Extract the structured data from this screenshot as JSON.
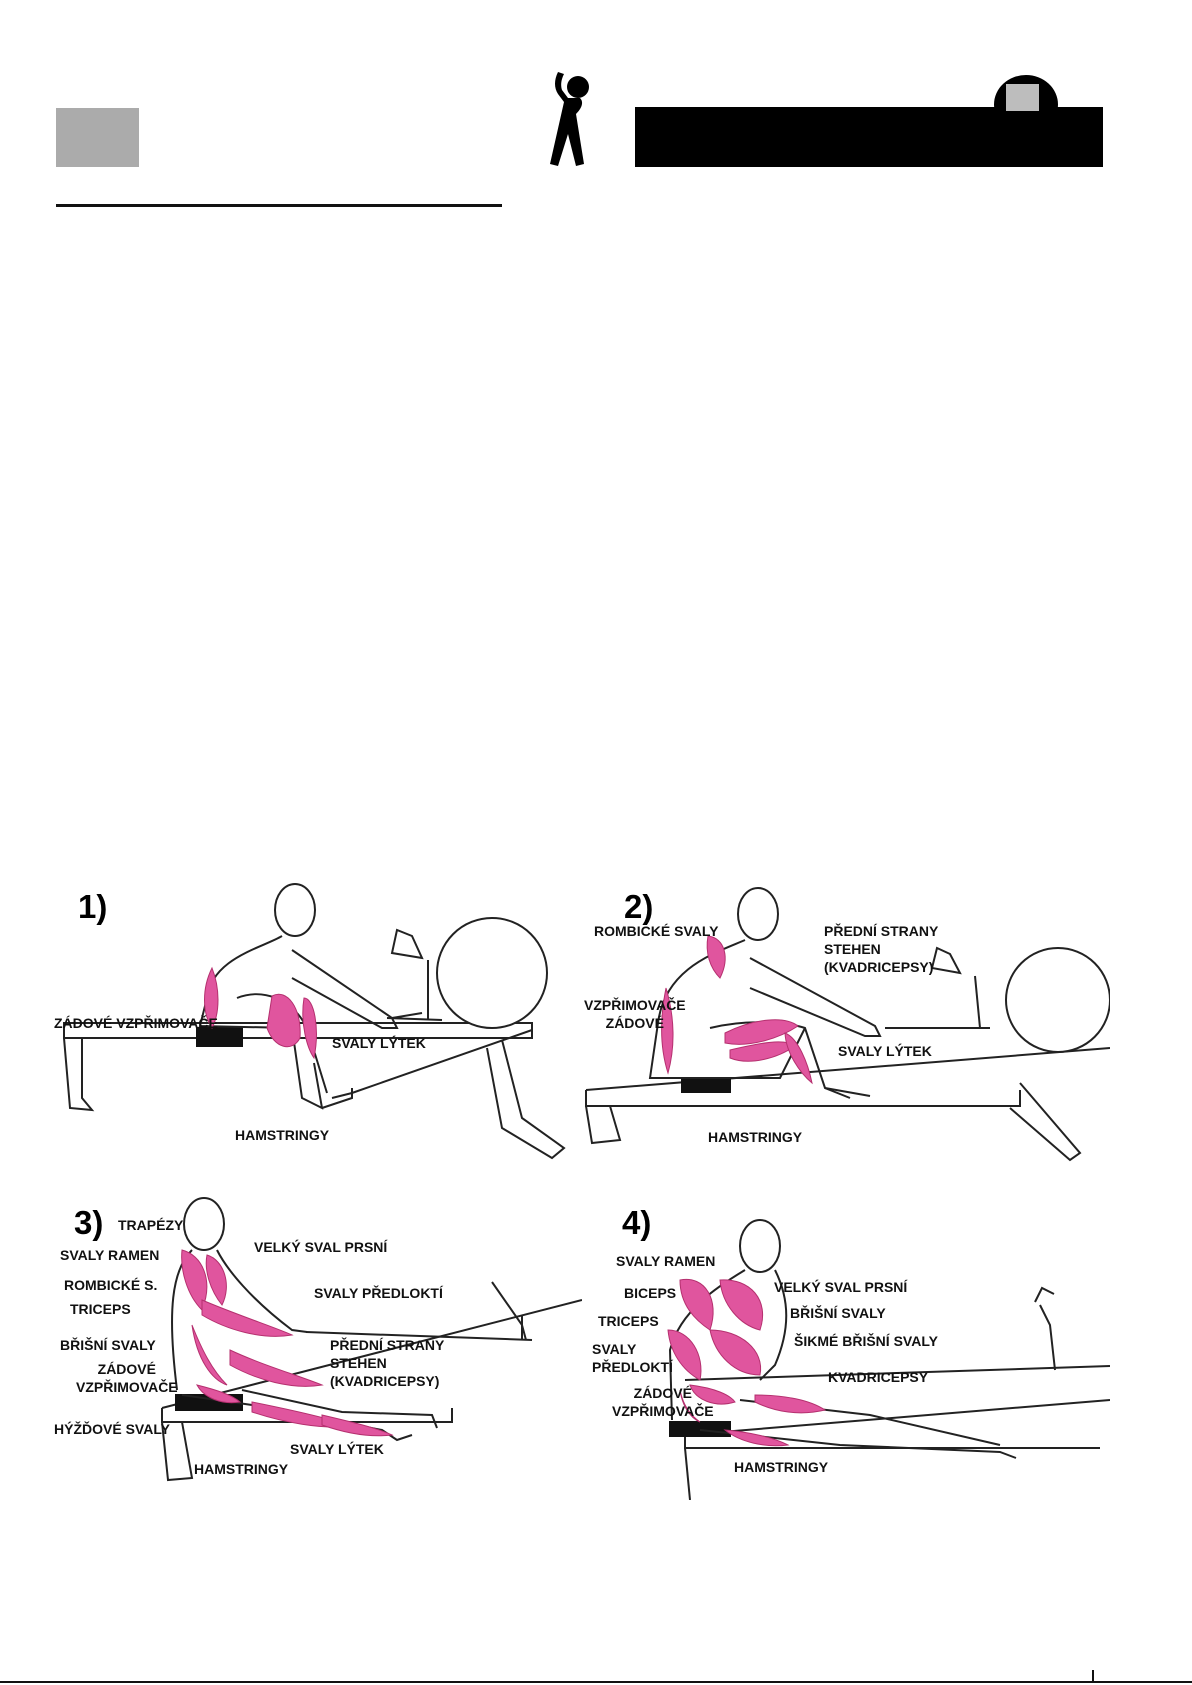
{
  "panels": [
    {
      "number": "1)",
      "labels": [
        "ZÁDOVÉ VZPŘIMOVAČE",
        "SVALY LÝTEK",
        "HAMSTRINGY"
      ]
    },
    {
      "number": "2)",
      "labels": [
        "ROMBICKÉ SVALY",
        "PŘEDNÍ STRANY\nSTEHEN\n(KVADRICEPSY)",
        "VZPŘIMOVAČE\nZÁDOVÉ",
        "SVALY LÝTEK",
        "HAMSTRINGY"
      ]
    },
    {
      "number": "3)",
      "labels": [
        "TRAPÉZY",
        "SVALY RAMEN",
        "VELKÝ SVAL PRSNÍ",
        "ROMBICKÉ S.",
        "SVALY PŘEDLOKTÍ",
        "TRICEPS",
        "BŘIŠNÍ SVALY",
        "PŘEDNÍ STRANY\nSTEHEN\n(KVADRICEPSY)",
        "ZÁDOVÉ\nVZPŘIMOVAČE",
        "HÝŽĎOVÉ SVALY",
        "SVALY LÝTEK",
        "HAMSTRINGY"
      ]
    },
    {
      "number": "4)",
      "labels": [
        "SVALY RAMEN",
        "VELKÝ SVAL PRSNÍ",
        "BICEPS",
        "BŘIŠNÍ SVALY",
        "TRICEPS",
        "ŠIKMÉ BŘIŠNÍ SVALY",
        "SVALY\nPŘEDLOKTÍ",
        "KVADRICEPSY",
        "ZÁDOVÉ\nVZPŘIMOVAČE",
        "HAMSTRINGY"
      ]
    }
  ],
  "colors": {
    "muscle": "#e0559e",
    "muscle_dark": "#b5306f",
    "outline": "#222222"
  }
}
